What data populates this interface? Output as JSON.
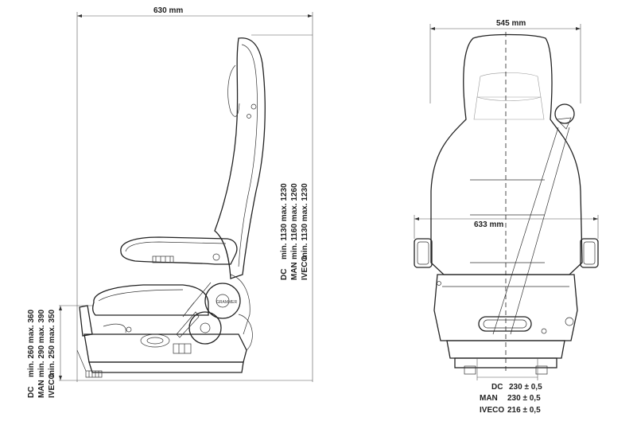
{
  "side_view": {
    "width_label": "630 mm",
    "height_rows": [
      {
        "brand": "DC",
        "range": "min. 1130 max. 1230"
      },
      {
        "brand": "MAN",
        "range": "min. 1160 max. 1260"
      },
      {
        "brand": "IVECO",
        "range": "min. 1130 max. 1230"
      }
    ],
    "seat_rows": [
      {
        "brand": "DC",
        "range": "min. 260 max. 360"
      },
      {
        "brand": "MAN",
        "range": "min. 290 max. 390"
      },
      {
        "brand": "IVECO",
        "range": "min. 250 max. 350"
      }
    ]
  },
  "front_view": {
    "width_label": "545 mm",
    "armrest_label": "633 mm",
    "base_rows": [
      {
        "brand": "DC",
        "value": "230 ± 0,5"
      },
      {
        "brand": "MAN",
        "value": "230 ± 0,5"
      },
      {
        "brand": "IVECO",
        "value": "216 ± 0,5"
      }
    ]
  }
}
